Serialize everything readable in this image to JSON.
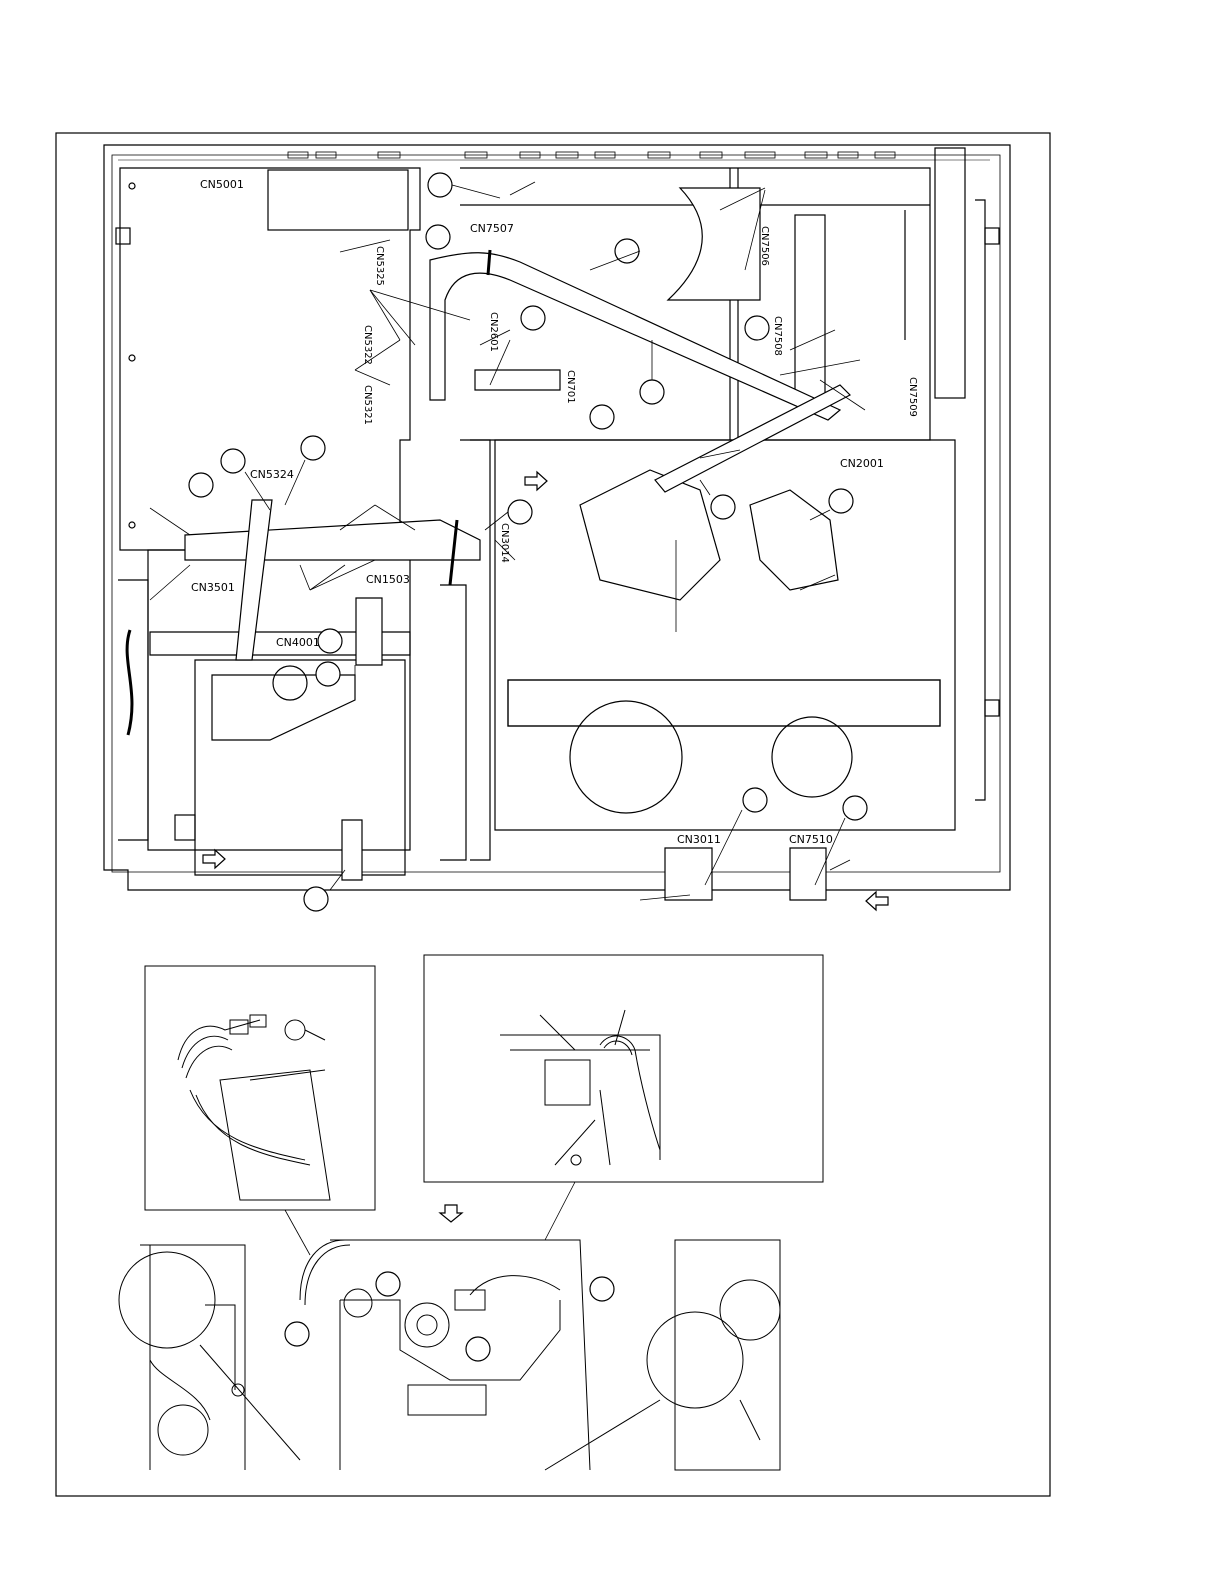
{
  "connectors": {
    "cn5001": "CN5001",
    "cn7507": "CN7507",
    "cn5325": "CN5325",
    "cn7506": "CN7506",
    "cn2601": "CN2601",
    "cn5322": "CN5322",
    "cn7508": "CN7508",
    "cn701": "CN701",
    "cn5321": "CN5321",
    "cn7509": "CN7509",
    "cn5324": "CN5324",
    "cn2001": "CN2001",
    "cn3014": "CN3014",
    "cn3501": "CN3501",
    "cn1503": "CN1503",
    "cn4001": "CN4001",
    "cn3011": "CN3011",
    "cn7510": "CN7510"
  },
  "colors": {
    "line": "#000000",
    "background": "#ffffff",
    "grey": "#cfcfcf"
  }
}
